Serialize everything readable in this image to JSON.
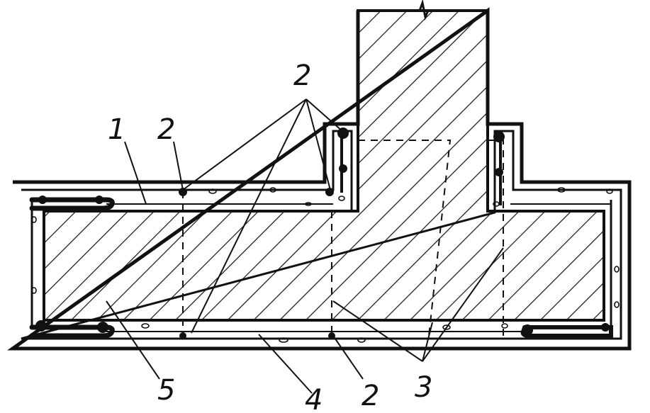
{
  "diagram": {
    "callouts": [
      {
        "id": "label-1",
        "text": "1"
      },
      {
        "id": "label-2-top",
        "text": "2"
      },
      {
        "id": "label-2-left",
        "text": "2"
      },
      {
        "id": "label-2-bottom",
        "text": "2"
      },
      {
        "id": "label-3",
        "text": "3"
      },
      {
        "id": "label-4",
        "text": "4"
      },
      {
        "id": "label-5",
        "text": "5"
      }
    ],
    "colors": {
      "ink": "#111111",
      "background": "#ffffff"
    }
  }
}
